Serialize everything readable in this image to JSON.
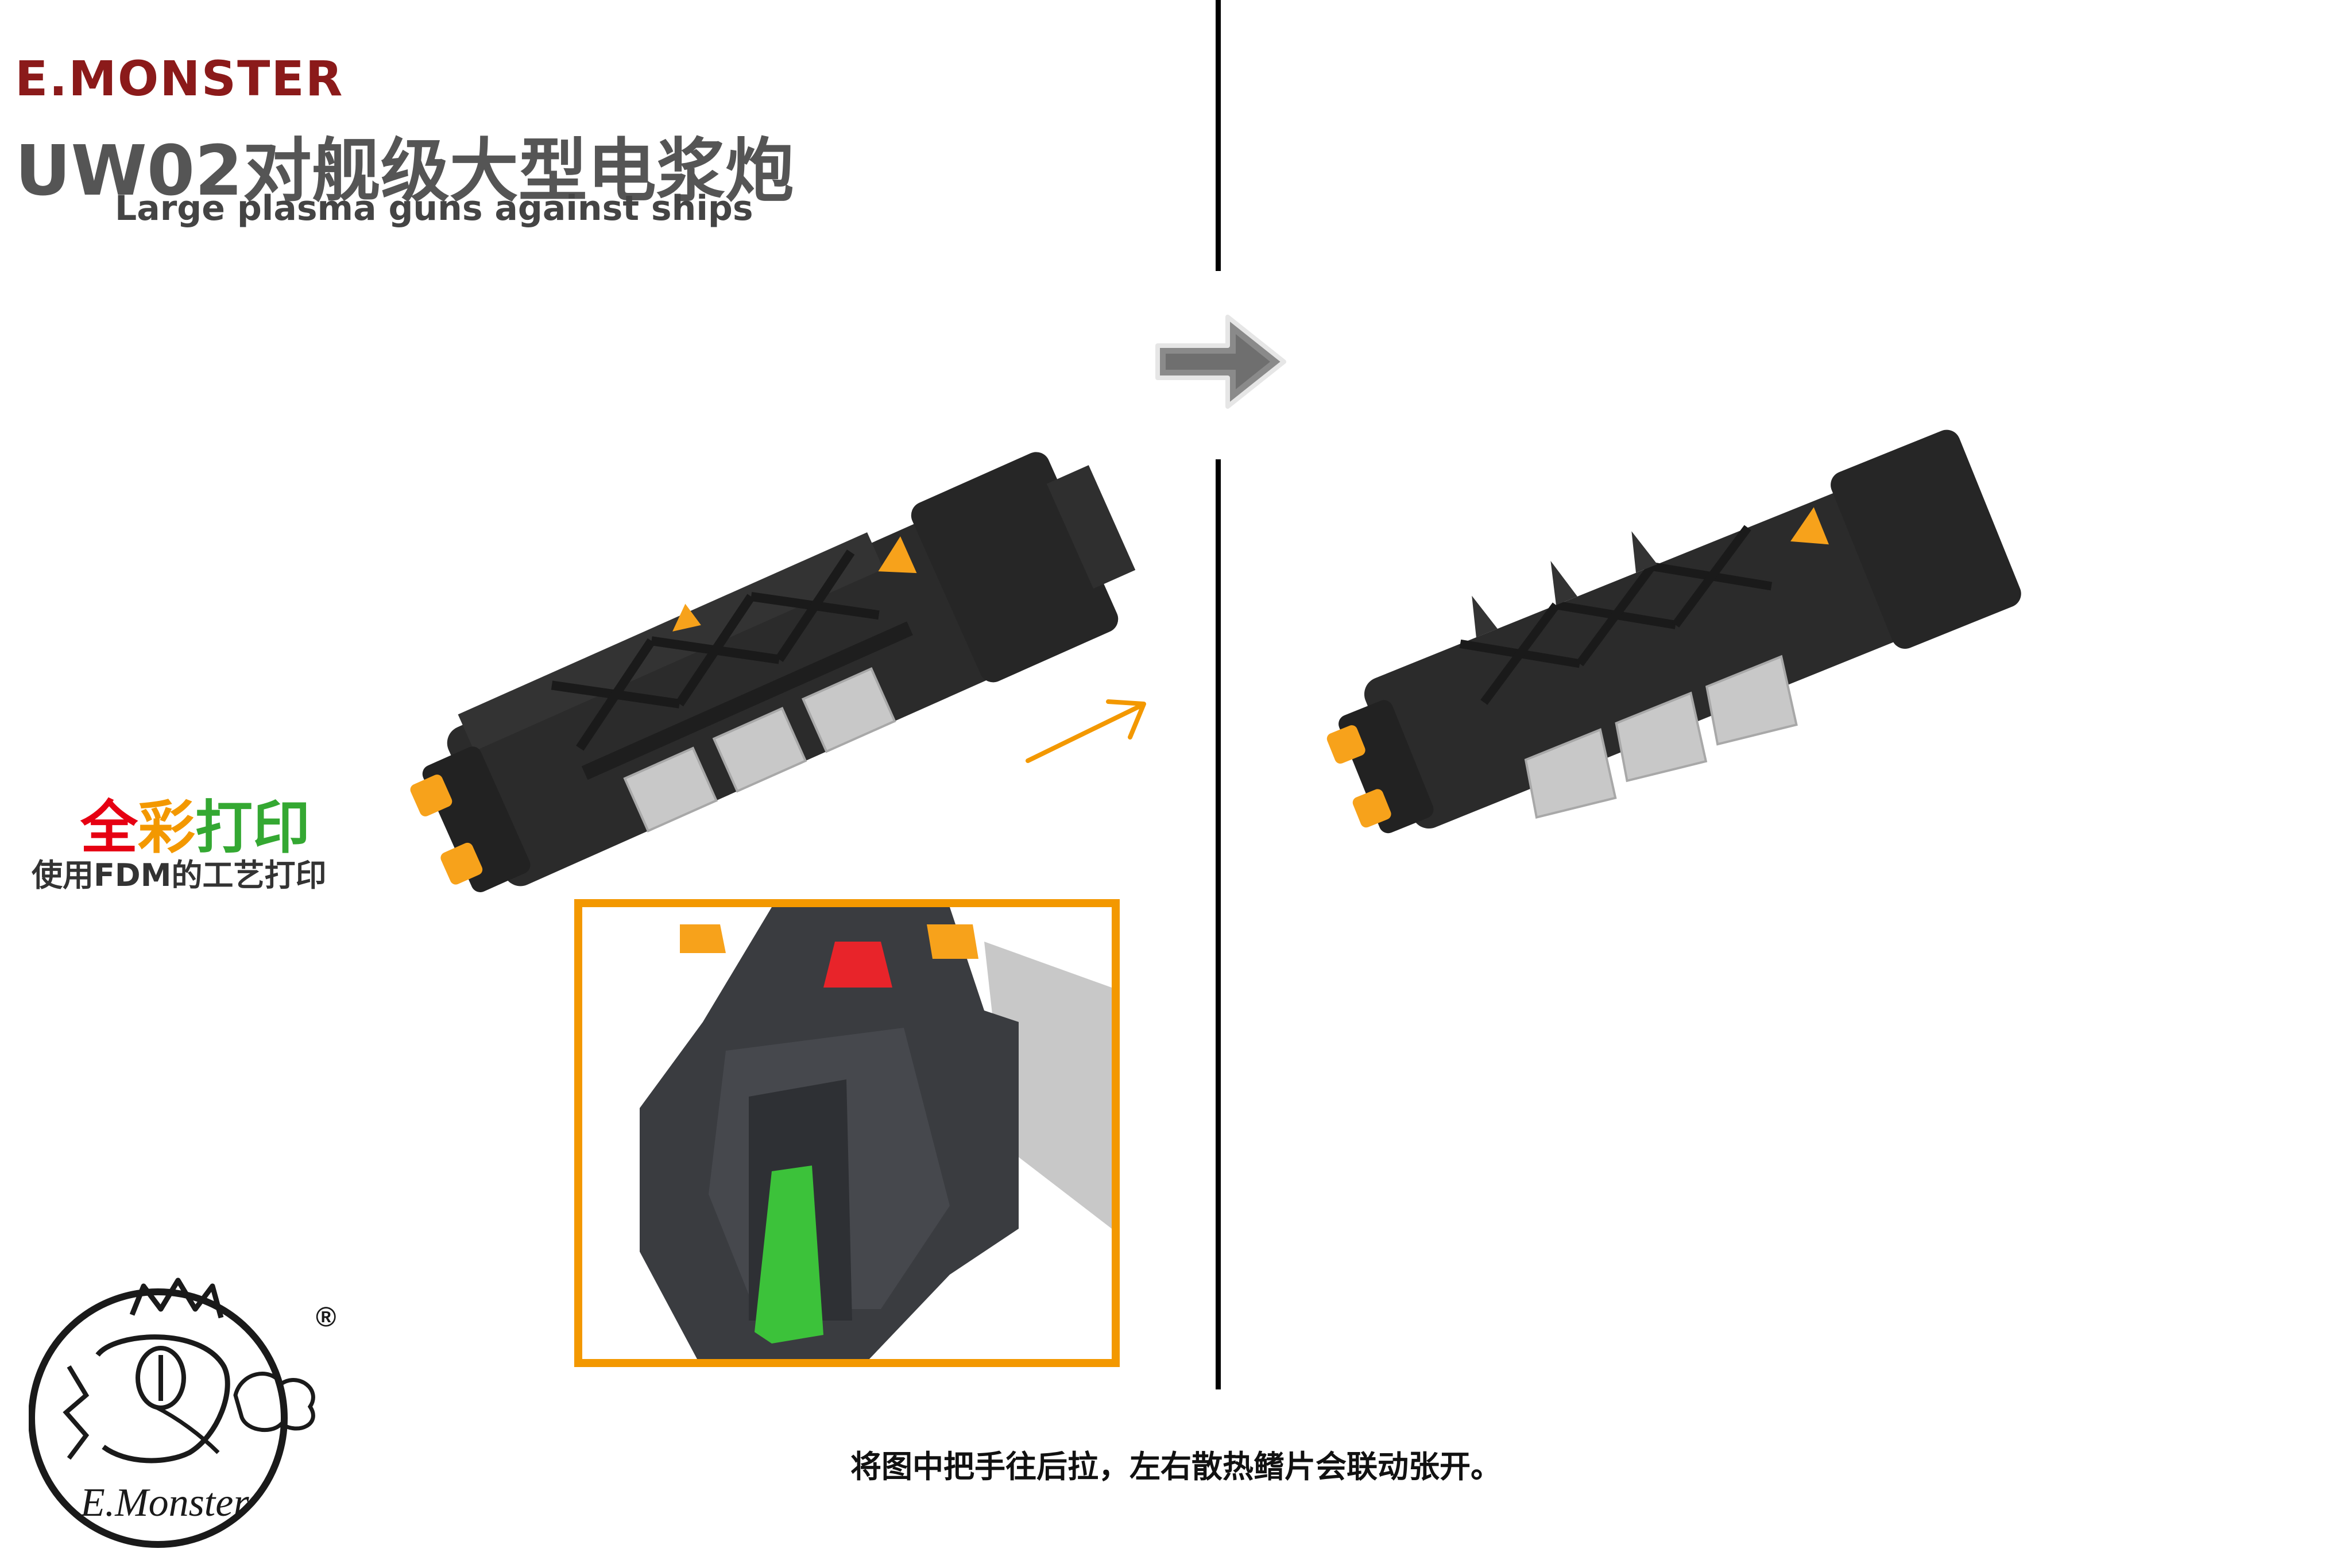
{
  "header": {
    "brand": "E.MONSTER",
    "title": "UW02对舰级大型电浆炮",
    "subtitle": "Large plasma guns against ships"
  },
  "color_print": {
    "chars": [
      "全",
      "彩",
      "打印"
    ],
    "subtitle": "使用FDM的工艺打印"
  },
  "caption": "将图中把手往后拉，左右散热鳍片会联动张开。",
  "logo": {
    "text": "E.Monster",
    "registered": "®"
  },
  "colors": {
    "brand": "#8B1A1A",
    "cp_red": "#E60012",
    "cp_orange": "#F39800",
    "cp_green": "#34A832",
    "inset_border": "#F39800",
    "model_black": "#2b2b2b",
    "model_orange": "#F7A21B",
    "model_grey": "#C8C8C8"
  },
  "icons": {
    "right_arrow": "right-arrow-icon",
    "pull_arrow": "pull-arrow-icon"
  }
}
